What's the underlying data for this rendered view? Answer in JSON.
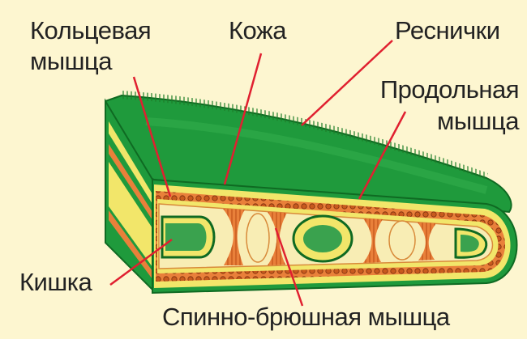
{
  "labels": {
    "ring_muscle_line1": "Кольцевая",
    "ring_muscle_line2": "мышца",
    "skin": "Кожа",
    "cilia": "Реснички",
    "longitudinal_muscle_line1": "Продольная",
    "longitudinal_muscle_line2": "мышца",
    "intestine": "Кишка",
    "dorsoventral_muscle": "Спинно-брюшная мышца"
  },
  "colors": {
    "background": "#fdf6d0",
    "skin_green": "#1f9a3c",
    "dark_green": "#0f6a22",
    "cilia": "#2e8a30",
    "yellow_layer": "#f2e66a",
    "orange_muscle": "#e9803a",
    "cavity": "#f8edb4",
    "leader_line": "#e02030"
  }
}
